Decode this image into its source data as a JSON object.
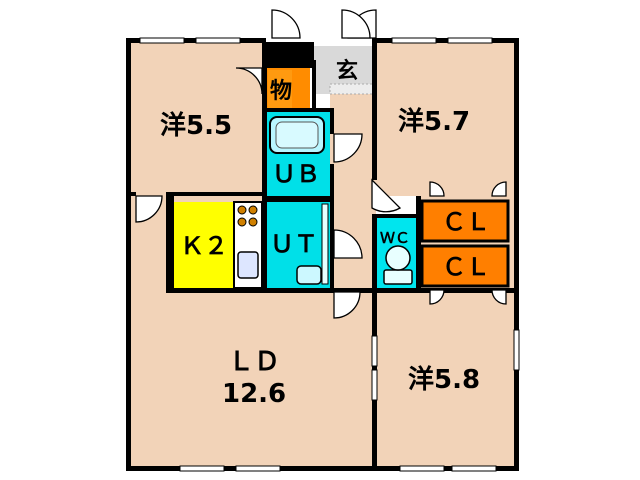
{
  "rooms": {
    "western_a": {
      "label": "洋5.5"
    },
    "western_b": {
      "label": "洋5.7"
    },
    "western_c": {
      "label": "洋5.8"
    },
    "storage": {
      "label": "物"
    },
    "entrance": {
      "label": "玄"
    },
    "bath": {
      "label": "ＵＢ"
    },
    "kitchen": {
      "label": "Ｋ２"
    },
    "utility": {
      "label": "ＵＴ"
    },
    "toilet": {
      "label": "ＷＣ"
    },
    "closet_1": {
      "label": "ＣＬ"
    },
    "closet_2": {
      "label": "ＣＬ"
    },
    "living": {
      "label_line1": "ＬＤ",
      "label_line2": "12.6"
    }
  },
  "colors": {
    "wall": "#000000",
    "room_floor": "#f2d3b8",
    "bath_utility": "#00e0e8",
    "kitchen": "#ffff00",
    "storage": "#ff8c00",
    "closet": "#ff7f00",
    "entrance": "#d9d9d9",
    "toilet_floor": "#00e5ee",
    "window": "#d0d8e0"
  }
}
